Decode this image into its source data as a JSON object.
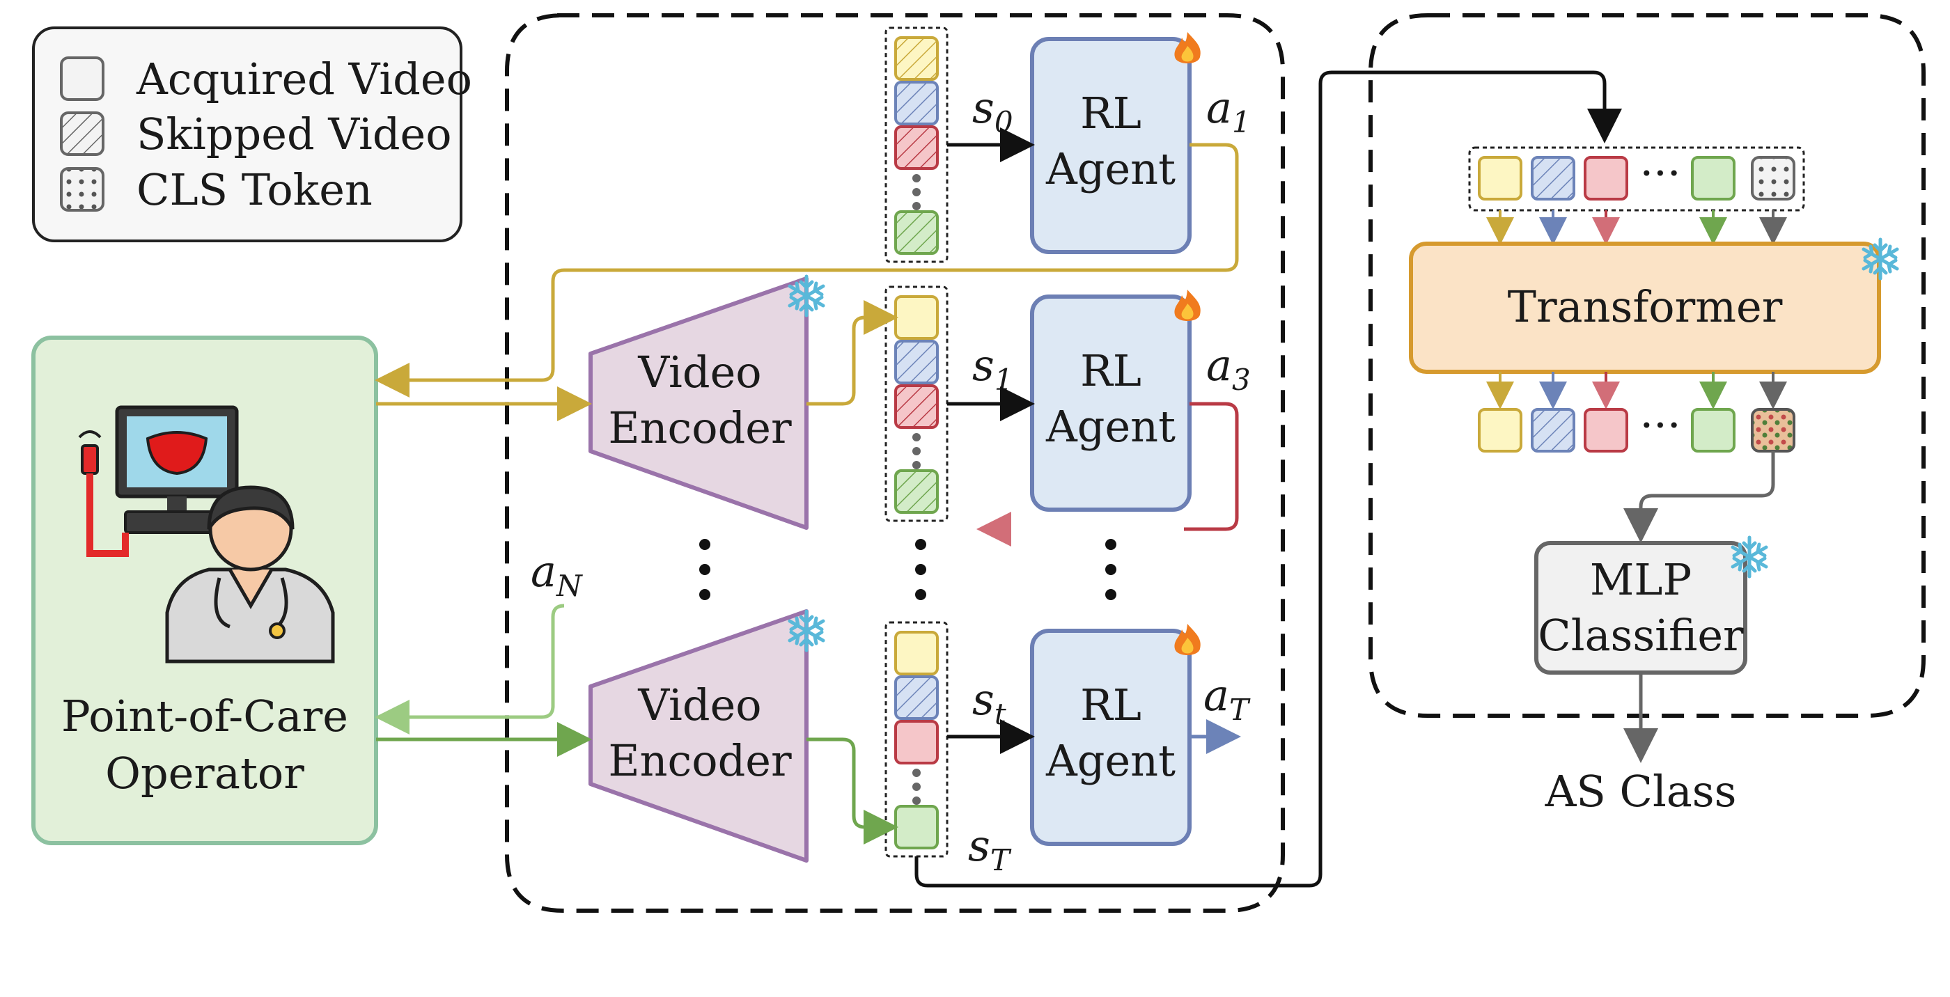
{
  "legend": {
    "acquired": "Acquired Video",
    "skipped": "Skipped Video",
    "cls": "CLS Token"
  },
  "operator_label": [
    "Point-of-Care",
    "Operator"
  ],
  "video_encoder_label": [
    "Video",
    "Encoder"
  ],
  "rl_agent_label": [
    "RL",
    "Agent"
  ],
  "transformer_label": "Transformer",
  "mlp_label": [
    "MLP",
    "Classifier"
  ],
  "output_label": "AS Class",
  "ellipsis": "···",
  "math": {
    "s0": {
      "base": "s",
      "sub": "0"
    },
    "s1": {
      "base": "s",
      "sub": "1"
    },
    "st": {
      "base": "s",
      "sub": "t"
    },
    "sT": {
      "base": "s",
      "sub": "T"
    },
    "a1": {
      "base": "a",
      "sub": "1"
    },
    "a3": {
      "base": "a",
      "sub": "3"
    },
    "aT": {
      "base": "a",
      "sub": "T"
    },
    "aN": {
      "base": "a",
      "sub": "N"
    }
  },
  "colors": {
    "yellow_fill": "#fdf6c3",
    "yellow_stroke": "#c9a93a",
    "blue_fill": "#d6e1f3",
    "blue_stroke": "#6c83b8",
    "red_fill": "#f5c6c9",
    "red_stroke": "#b93a45",
    "green_fill": "#d3ecc8",
    "green_stroke": "#6fa64e",
    "gray_stroke": "#666666",
    "agent_fill": "#dde8f4",
    "agent_stroke": "#6c7fb4",
    "encoder_fill": "#e6d7e2",
    "encoder_stroke": "#9a73aa",
    "operator_fill": "#e2f0d9",
    "operator_stroke": "#8cc1a0",
    "transformer_fill": "#fbe3c6",
    "transformer_stroke": "#d69a2e",
    "mlp_fill": "#f1f1f1",
    "mlp_stroke": "#666666"
  },
  "icons": [
    "fire-icon",
    "snowflake-icon",
    "doctor-ultrasound-icon"
  ]
}
